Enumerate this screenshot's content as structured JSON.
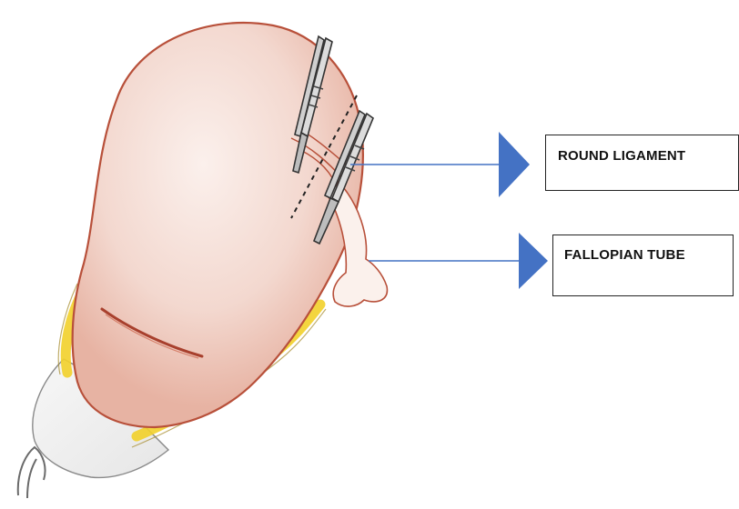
{
  "labels": {
    "round_ligament": "ROUND LIGAMENT",
    "fallopian_tube": "FALLOPIAN TUBE"
  },
  "colors": {
    "pointer": "#4472C4",
    "uterus_outline": "#b8503a",
    "uterus_fill": "#f6e1da",
    "yellow_band": "#f2d02a",
    "sketch_gray": "#7a7a7a"
  },
  "icons": {
    "pointer_arrow": "triangle-arrowhead",
    "clamp": "surgical-clamp"
  }
}
